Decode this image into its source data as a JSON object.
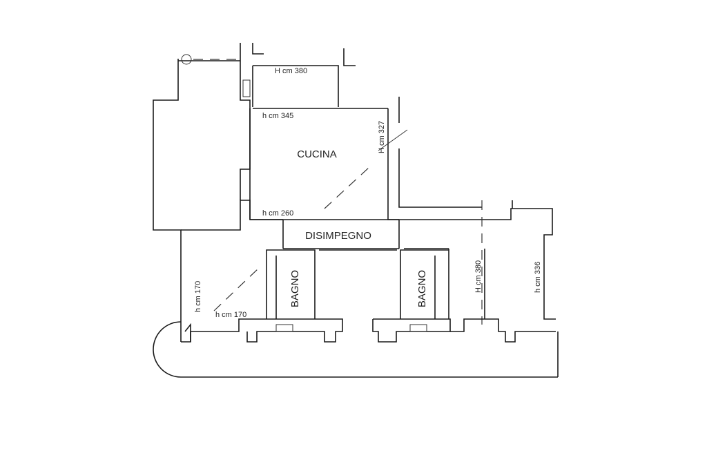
{
  "rooms": {
    "cucina": "CUCINA",
    "disimpegno": "DISIMPEGNO",
    "bagno_left": "BAGNO",
    "bagno_right": "BAGNO"
  },
  "heights": {
    "top_room": "H cm 380",
    "kitchen_top": "h cm 345",
    "kitchen_right": "H cm 327",
    "kitchen_bottom": "h cm 260",
    "left_room_vertical": "h cm 170",
    "left_room_bottom": "h cm 170",
    "right_room_a": "H cm 380",
    "right_room_b": "h cm 336"
  }
}
